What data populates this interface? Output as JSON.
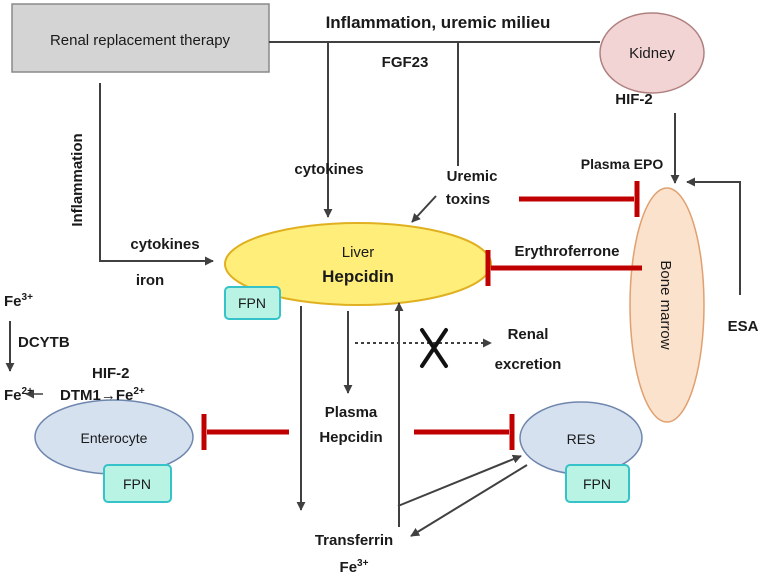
{
  "nodes": {
    "renal_replacement": "Renal replacement therapy",
    "kidney": "Kidney",
    "liver": "Liver",
    "hepcidin": "Hepcidin",
    "bone_marrow": "Bone marrow",
    "enterocyte": "Enterocyte",
    "res": "RES",
    "fpn": "FPN"
  },
  "labels": {
    "inflammation_uremic": "Inflammation, uremic milieu",
    "fgf23": "FGF23",
    "hif2_kidney": "HIF-2",
    "inflammation_vertical": "Inflammation",
    "cytokines_left": "cytokines",
    "iron": "iron",
    "cytokines_top": "cytokines",
    "uremic": "Uremic",
    "toxins": "toxins",
    "plasma_epo": "Plasma EPO",
    "erythroferrone": "Erythroferrone",
    "esa": "ESA",
    "renal": "Renal",
    "excretion": "excretion",
    "plasma": "Plasma",
    "hepcidin_plasma": "Hepcidin",
    "transferrin": "Transferrin",
    "fe3_bottom": "Fe",
    "dcytb": "DCYTB",
    "hif2_gut": "HIF-2",
    "fe3_top": "Fe",
    "fe2_row": "Fe",
    "dtm1": "DTM1",
    "fe2_right": "Fe"
  },
  "superscripts": {
    "three_plus": "3+",
    "two_plus": "2+"
  },
  "glyphs": {
    "arrow_right": "→"
  },
  "colors": {
    "inhibit_red": "#c00000",
    "arrow_gray": "#404040",
    "gray_box": "#d4d4d4",
    "kidney_fill": "#f2d4d4",
    "liver_fill": "#ffef7a",
    "bone_fill": "#fbe2cd",
    "cell_fill": "#d6e1f0",
    "fpn_fill": "#b9f3e4"
  }
}
